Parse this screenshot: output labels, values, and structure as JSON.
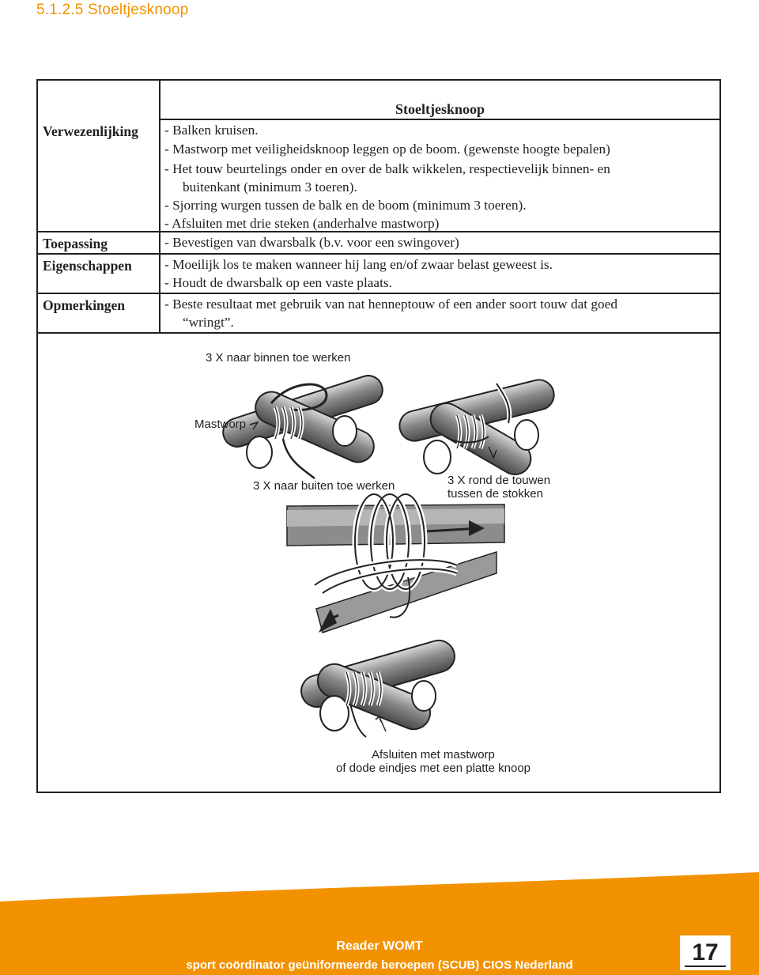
{
  "section_heading": "5.1.2.5 Stoeltjesknoop",
  "table": {
    "title": "Stoeltjesknoop",
    "rows": [
      {
        "label": "Verwezenlijking",
        "lines": [
          "- Balken kruisen.",
          "- Mastworp met veiligheidsknoop leggen op de boom. (gewenste hoogte bepalen)",
          "- Het touw beurtelings onder en over de balk wikkelen, respectievelijk binnen- en",
          "buitenkant (minimum 3 toeren).",
          "- Sjorring wurgen tussen de balk en de boom (minimum 3 toeren).",
          "- Afsluiten met drie steken (anderhalve mastworp)"
        ]
      },
      {
        "label": "Toepassing",
        "lines": [
          "- Bevestigen van dwarsbalk (b.v. voor een swingover)"
        ]
      },
      {
        "label": "Eigenschappen",
        "lines": [
          "- Moeilijk los te maken wanneer hij lang en/of zwaar belast geweest is.",
          "- Houdt de dwarsbalk op een vaste plaats."
        ]
      },
      {
        "label": "Opmerkingen",
        "lines": [
          "- Beste resultaat met gebruik van nat henneptouw of een ander soort touw dat goed",
          "“wringt”."
        ]
      }
    ]
  },
  "figure": {
    "labels": {
      "top": "3 X naar binnen toe werken",
      "mastworp": "Mastworp",
      "outward": "3 X naar buiten toe werken",
      "around_line1": "3 X rond de touwen",
      "around_line2": "tussen de stokken",
      "finish_line1": "Afsluiten met mastworp",
      "finish_line2": "of dode eindjes met een platte knoop"
    }
  },
  "footer": {
    "title": "Reader  WOMT",
    "subtitle": "sport coördinator geüniformeerde beroepen (SCUB) CIOS Nederland",
    "page_number": "17",
    "color": "#f39200"
  }
}
